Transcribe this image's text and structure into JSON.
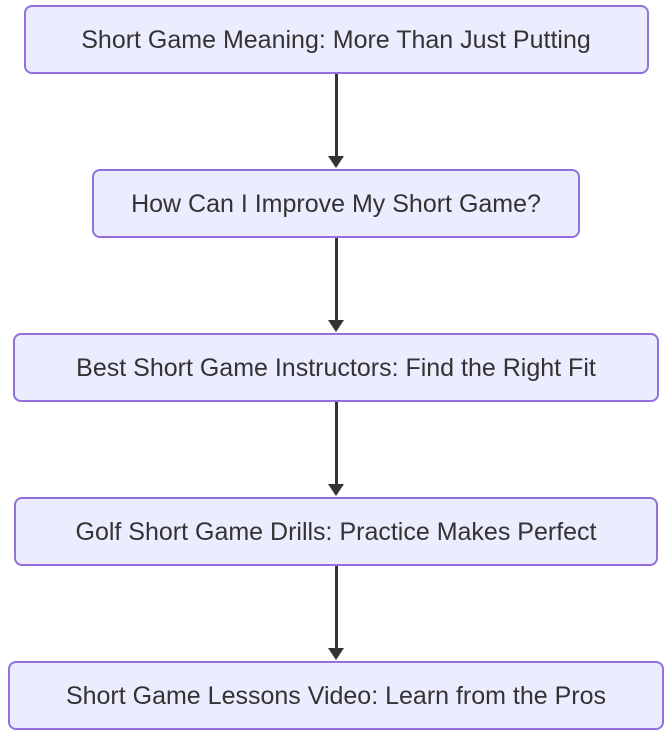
{
  "flowchart": {
    "type": "flowchart-top-down",
    "colors": {
      "node_fill": "#ECECFF",
      "node_border": "#9370DB",
      "text": "#333333",
      "arrow": "#333333",
      "background": "#FFFFFF"
    },
    "nodes": [
      {
        "id": "n1",
        "label": "Short Game Meaning: More Than Just Putting"
      },
      {
        "id": "n2",
        "label": "How Can I Improve My Short Game?"
      },
      {
        "id": "n3",
        "label": "Best Short Game Instructors: Find the Right Fit"
      },
      {
        "id": "n4",
        "label": "Golf Short Game Drills: Practice Makes Perfect"
      },
      {
        "id": "n5",
        "label": "Short Game Lessons Video: Learn from the Pros"
      }
    ],
    "edges": [
      {
        "from": "n1",
        "to": "n2",
        "style": "arrow-down"
      },
      {
        "from": "n2",
        "to": "n3",
        "style": "arrow-down"
      },
      {
        "from": "n3",
        "to": "n4",
        "style": "arrow-down"
      },
      {
        "from": "n4",
        "to": "n5",
        "style": "arrow-down"
      }
    ]
  }
}
